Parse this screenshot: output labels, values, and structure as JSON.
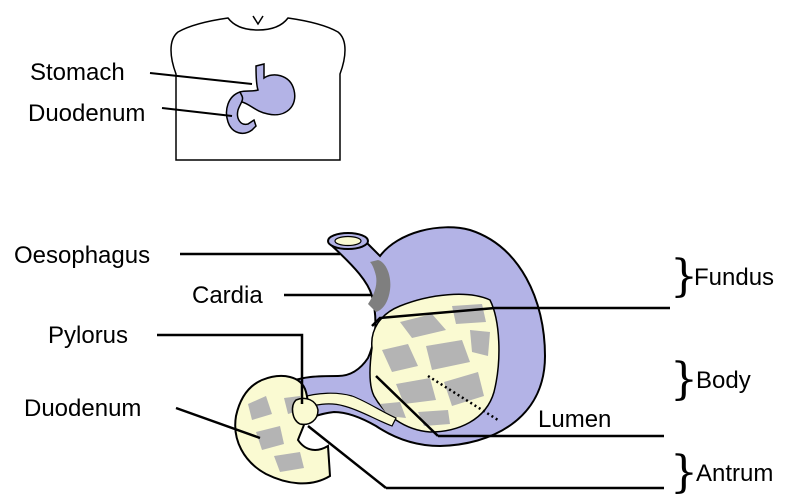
{
  "labels": {
    "torso_stomach": "Stomach",
    "torso_duodenum": "Duodenum",
    "oesophagus": "Oesophagus",
    "cardia": "Cardia",
    "pylorus": "Pylorus",
    "duodenum": "Duodenum",
    "lumen": "Lumen",
    "fundus": "Fundus",
    "body": "Body",
    "antrum": "Antrum"
  },
  "brace_glyph": "}",
  "colors": {
    "stomach_wall": "#b3b3e6",
    "mucosa": "#fafad2",
    "rugae": "#b4b4b4",
    "cardia_band": "#7f7f7f",
    "outline": "#000000"
  }
}
